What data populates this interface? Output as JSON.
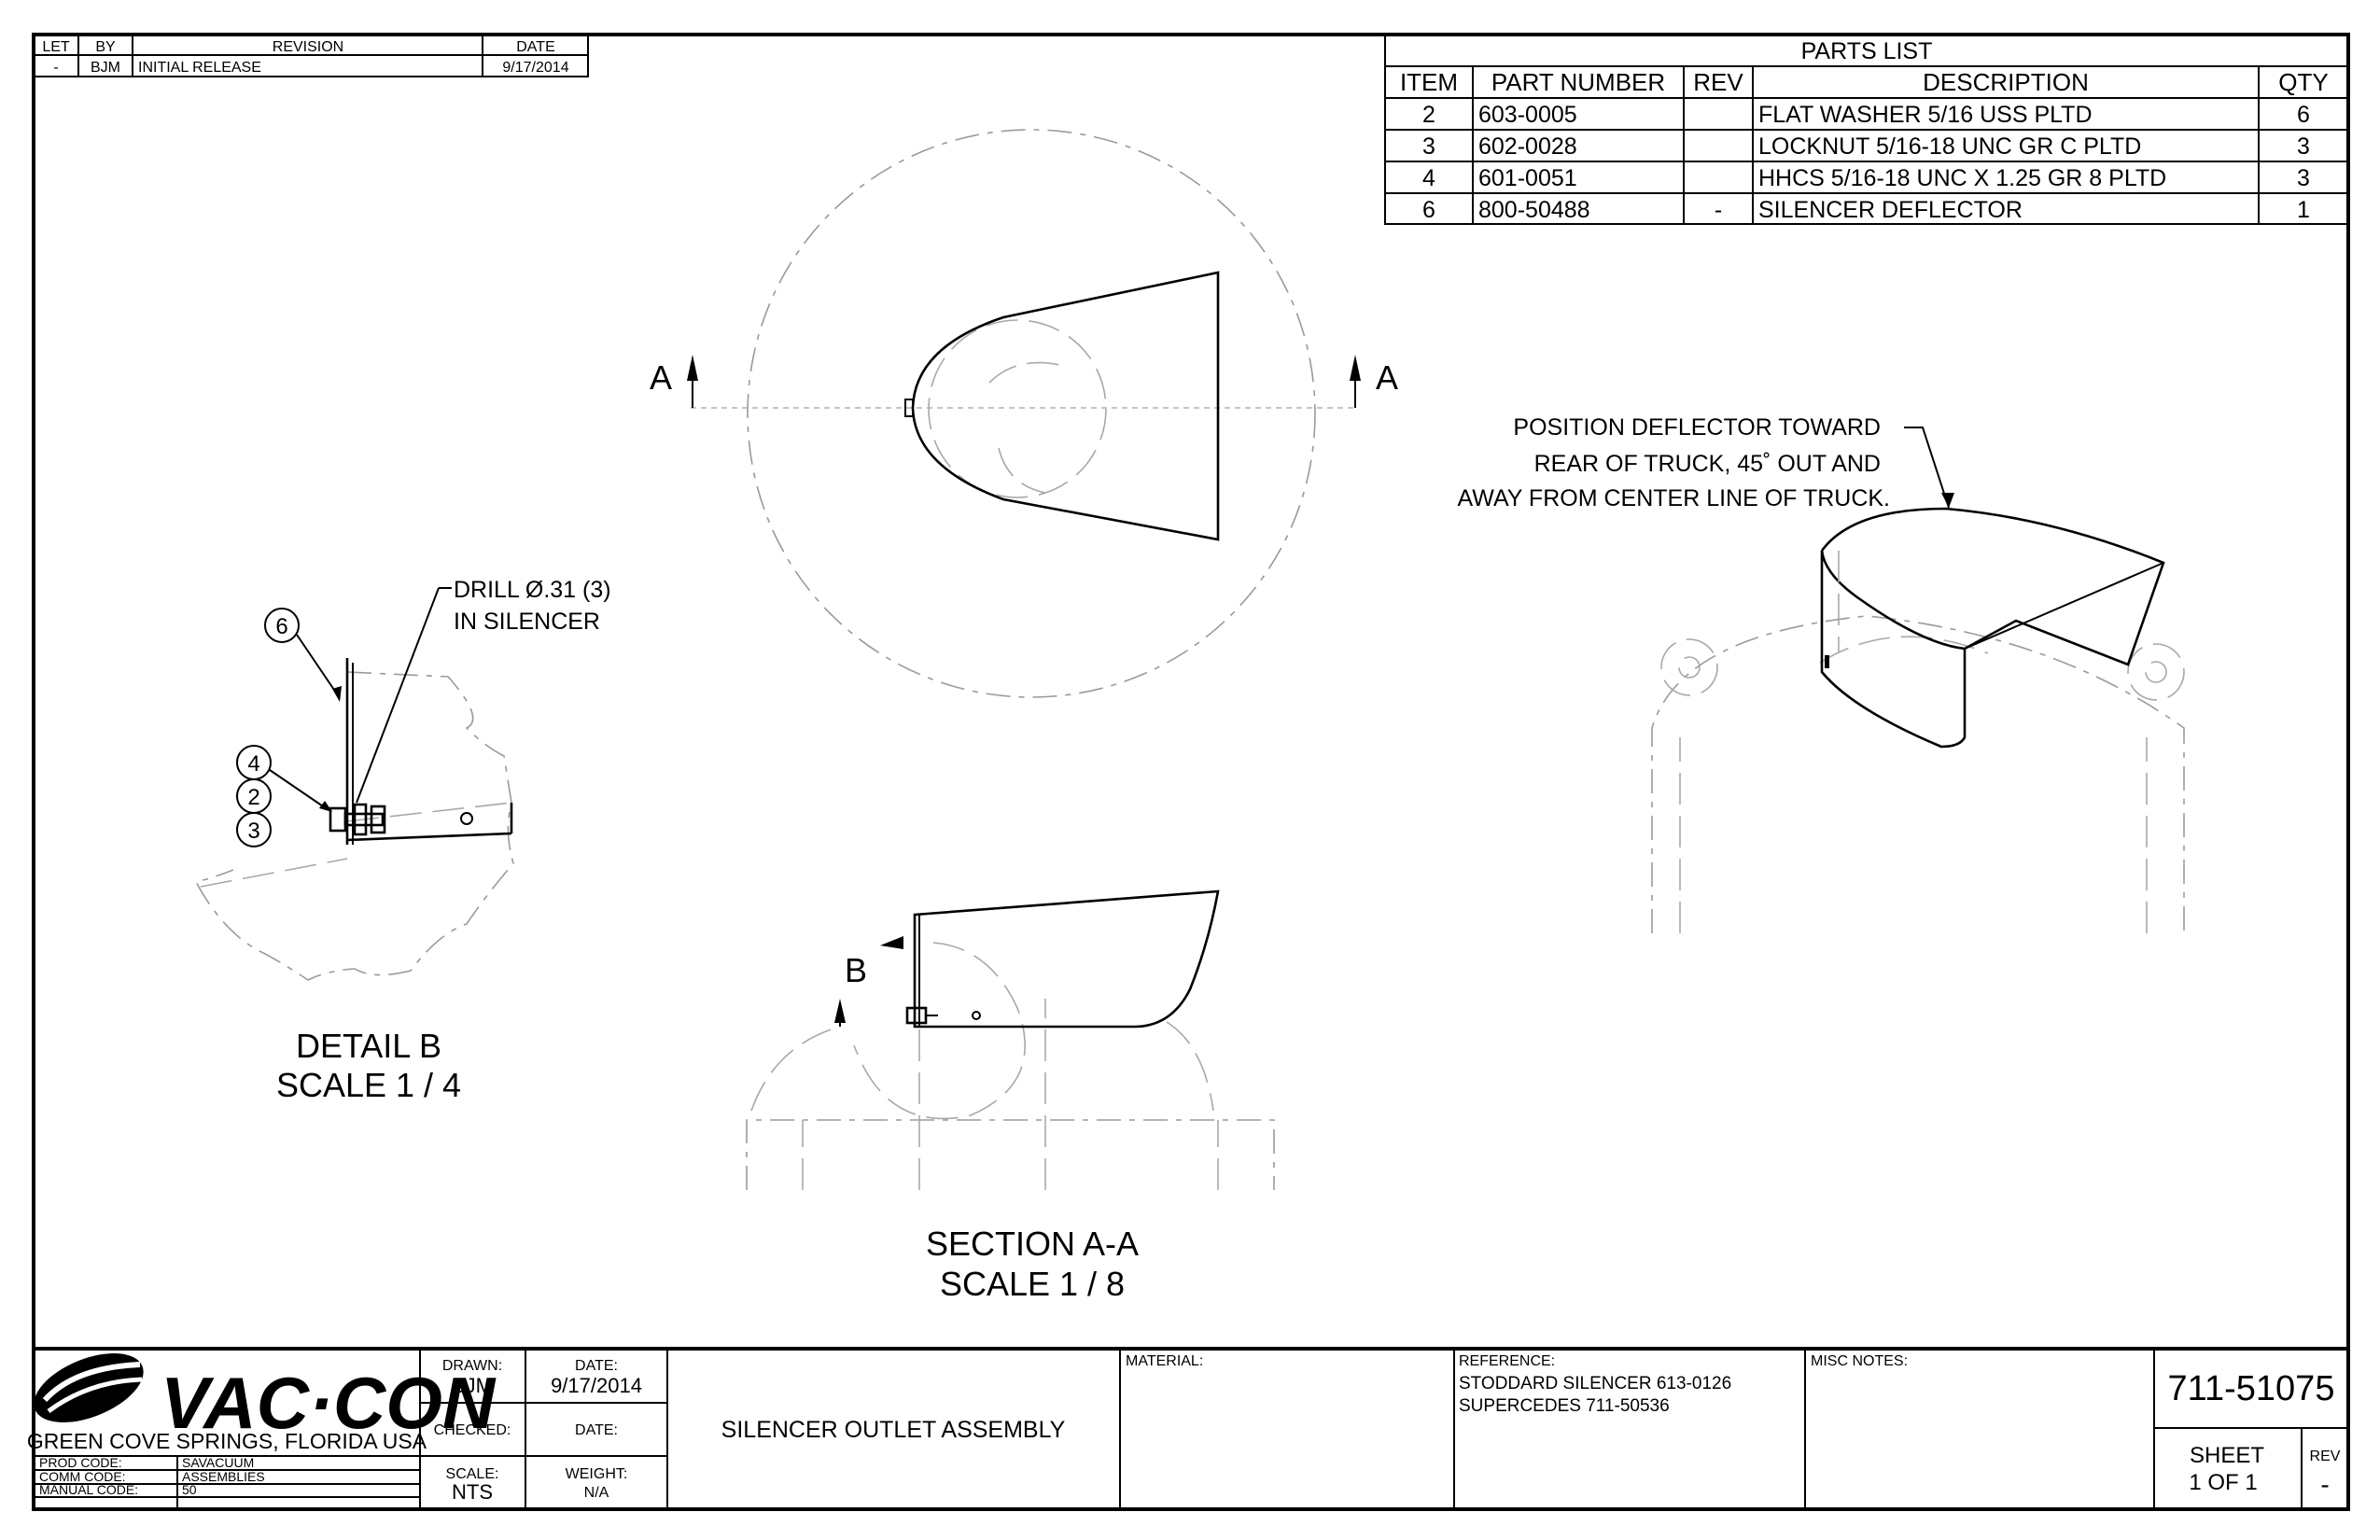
{
  "revision_block": {
    "headers": [
      "LET",
      "BY",
      "REVISION",
      "DATE"
    ],
    "rows": [
      [
        "-",
        "BJM",
        "INITIAL RELEASE",
        "9/17/2014"
      ]
    ]
  },
  "parts_list": {
    "title": "PARTS LIST",
    "headers": [
      "ITEM",
      "PART NUMBER",
      "REV",
      "DESCRIPTION",
      "QTY"
    ],
    "rows": [
      [
        "2",
        "603-0005",
        "",
        "FLAT WASHER 5/16 USS PLTD",
        "6"
      ],
      [
        "3",
        "602-0028",
        "",
        "LOCKNUT 5/16-18 UNC GR C PLTD",
        "3"
      ],
      [
        "4",
        "601-0051",
        "",
        "HHCS 5/16-18 UNC X 1.25 GR 8 PLTD",
        "3"
      ],
      [
        "6",
        "800-50488",
        "-",
        "SILENCER DEFLECTOR",
        "1"
      ]
    ]
  },
  "top_view": {
    "section_mark_left": "A",
    "section_mark_right": "A"
  },
  "iso_note": {
    "lines": [
      "POSITION DEFLECTOR TOWARD",
      "REAR OF TRUCK, 45˚ OUT AND",
      "AWAY FROM CENTER LINE OF TRUCK."
    ]
  },
  "detail_b": {
    "drill_note": [
      "DRILL Ø.31 (3)",
      "IN SILENCER"
    ],
    "balloons": [
      "6",
      "4",
      "2",
      "3"
    ],
    "title": "DETAIL  B",
    "scale": "SCALE 1 / 4"
  },
  "section_aa": {
    "detail_mark": "B",
    "title": "SECTION A-A",
    "scale": "SCALE 1 / 8"
  },
  "title_block": {
    "company_location": "GREEN COVE SPRINGS, FLORIDA USA",
    "logo_text": "VAC·CON",
    "codes": [
      [
        "PROD CODE:",
        "SAVACUUM"
      ],
      [
        "COMM CODE:",
        "ASSEMBLIES"
      ],
      [
        "MANUAL CODE:",
        "50"
      ]
    ],
    "drawn_label": "DRAWN:",
    "drawn_value": "BJM",
    "date_label": "DATE:",
    "date_value": "9/17/2014",
    "checked_label": "CHECKED:",
    "checked_date_label": "DATE:",
    "scale_label": "SCALE:",
    "scale_value": "NTS",
    "weight_label": "WEIGHT:",
    "weight_value": "N/A",
    "title": "SILENCER OUTLET ASSEMBLY",
    "material_label": "MATERIAL:",
    "reference_label": "REFERENCE:",
    "reference_lines": [
      "STODDARD SILENCER 613-0126",
      "SUPERCEDES 711-50536"
    ],
    "misc_label": "MISC NOTES:",
    "drawing_number": "711-51075",
    "sheet_label": "SHEET",
    "sheet_value": "1  OF 1",
    "rev_label": "REV",
    "rev_value": "-"
  }
}
